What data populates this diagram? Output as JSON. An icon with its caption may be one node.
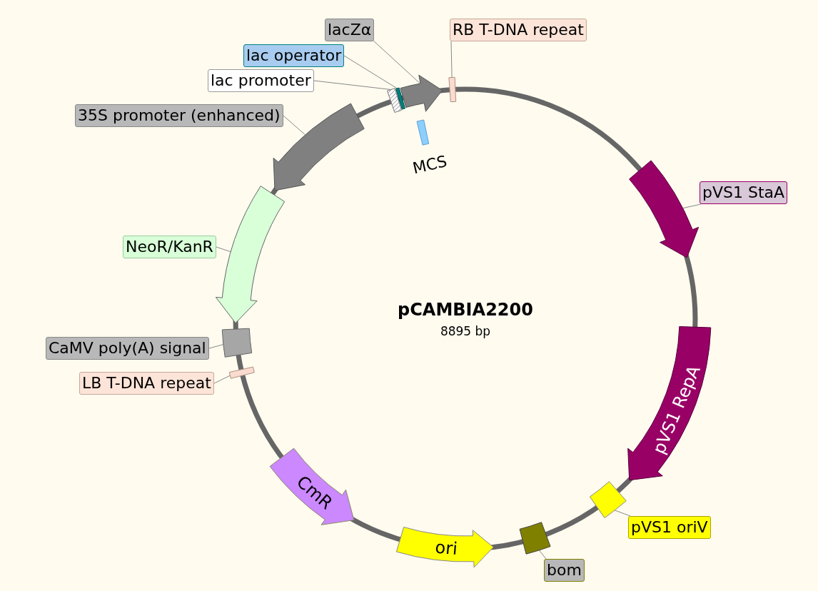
{
  "diagram": {
    "title": "pCAMBIA2200",
    "nodes": [
      {
        "text": [
          "lacZα"
        ]
      },
      {
        "text": [],
        "shape": "arrow"
      },
      {
        "text": [
          "RB T-DNA repeat"
        ]
      },
      {
        "text": [],
        "shape": "bar"
      },
      {
        "text": [
          "lac operator"
        ]
      },
      {
        "text": [],
        "shape": "bar"
      },
      {
        "text": [
          "lac promoter"
        ]
      },
      {
        "text": [],
        "shape": "bar"
      },
      {
        "text": [
          "35S promoter (enhanced)"
        ]
      },
      {
        "text": [],
        "shape": "arrow"
      },
      {
        "text": [],
        "shape": "bar",
        "beside": [
          "MCS"
        ]
      },
      {
        "text": [
          "pVS1 StaA"
        ]
      },
      {
        "text": [],
        "shape": "arrow"
      },
      {
        "text": [
          "NeoR/KanR"
        ]
      },
      {
        "text": [],
        "shape": "arrow"
      },
      {
        "text": [
          "pVS1 RepA"
        ]
      },
      {
        "text": [
          "CaMV poly(A) signal"
        ]
      },
      {
        "text": [],
        "shape": "box"
      },
      {
        "text": [
          "LB T-DNA repeat"
        ]
      },
      {
        "text": [],
        "shape": "bar"
      },
      {
        "text": [
          "CmR"
        ]
      },
      {
        "text": [
          "pVS1 oriV"
        ]
      },
      {
        "text": [],
        "shape": "box"
      },
      {
        "text": [
          "ori"
        ]
      },
      {
        "text": [
          "bom"
        ]
      },
      {
        "text": [],
        "shape": "box"
      }
    ],
    "edges": [
      {
        "from": 0,
        "to": 1,
        "arrow": "none"
      },
      {
        "from": 2,
        "to": 3,
        "arrow": "none"
      },
      {
        "from": 4,
        "to": 5,
        "arrow": "none"
      },
      {
        "from": 6,
        "to": 7,
        "arrow": "none"
      },
      {
        "from": 8,
        "to": 9,
        "arrow": "none"
      },
      {
        "from": 11,
        "to": 12,
        "arrow": "none"
      },
      {
        "from": 13,
        "to": 14,
        "arrow": "none"
      },
      {
        "from": 16,
        "to": 17,
        "arrow": "none"
      },
      {
        "from": 18,
        "to": 19,
        "arrow": "none"
      },
      {
        "from": 21,
        "to": 22,
        "arrow": "none"
      },
      {
        "from": 24,
        "to": 25,
        "arrow": "none"
      }
    ],
    "labels": [
      "8895 bp"
    ]
  }
}
